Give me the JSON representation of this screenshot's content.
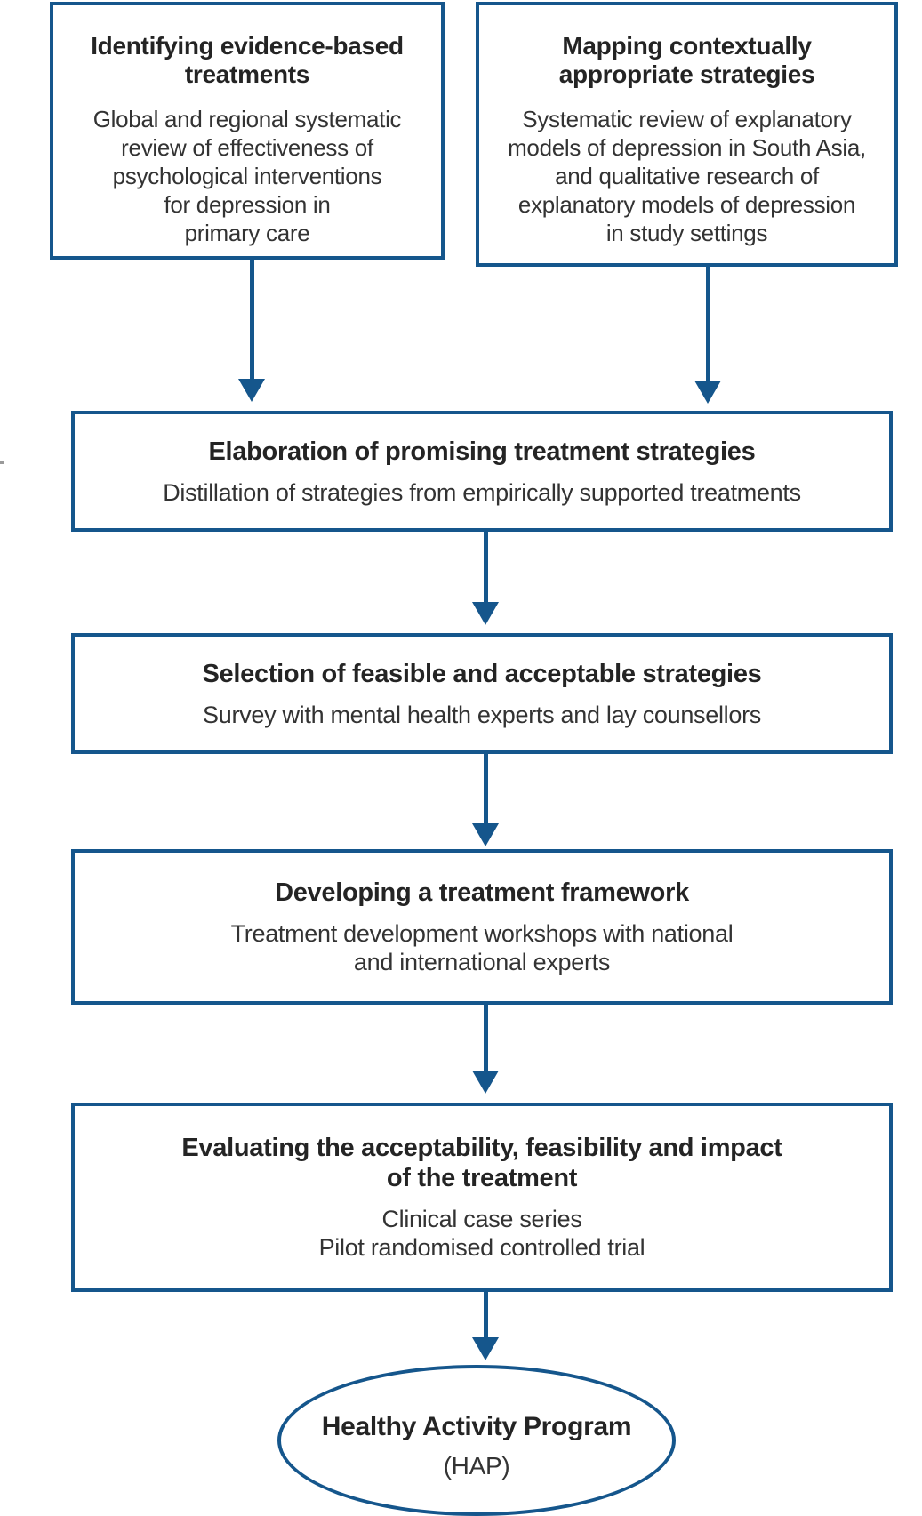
{
  "colors": {
    "accent_blue": "#15568C",
    "title_text": "#242424",
    "body_text": "#333333",
    "background": "#ffffff"
  },
  "flowchart": {
    "identify_box": {
      "title_lines": [
        "Identifying evidence-based",
        "treatments"
      ],
      "body_lines": [
        "Global and regional systematic",
        "review of effectiveness of",
        "psychological interventions",
        "for depression in",
        "primary care"
      ]
    },
    "mapping_box": {
      "title_lines": [
        "Mapping contextually",
        "appropriate strategies"
      ],
      "body_lines": [
        "Systematic review of explanatory",
        "models of depression in South Asia,",
        "and qualitative research of",
        "explanatory models of depression",
        "in study settings"
      ]
    },
    "elaboration_box": {
      "title_lines": [
        "Elaboration of promising treatment strategies"
      ],
      "body_lines": [
        "Distillation of strategies from empirically supported treatments"
      ]
    },
    "selection_box": {
      "title_lines": [
        "Selection of feasible and acceptable strategies"
      ],
      "body_lines": [
        "Survey with mental health experts and lay counsellors"
      ]
    },
    "developing_box": {
      "title_lines": [
        "Developing a treatment framework"
      ],
      "body_lines": [
        "Treatment development workshops with national",
        "and international experts"
      ]
    },
    "evaluating_box": {
      "title_lines": [
        "Evaluating the acceptability, feasibility and impact",
        "of the treatment"
      ],
      "body_lines": [
        "Clinical case series",
        "Pilot randomised controlled trial"
      ]
    },
    "outcome_ellipse": {
      "title": "Healthy Activity Program",
      "subtitle": "(HAP)"
    }
  }
}
